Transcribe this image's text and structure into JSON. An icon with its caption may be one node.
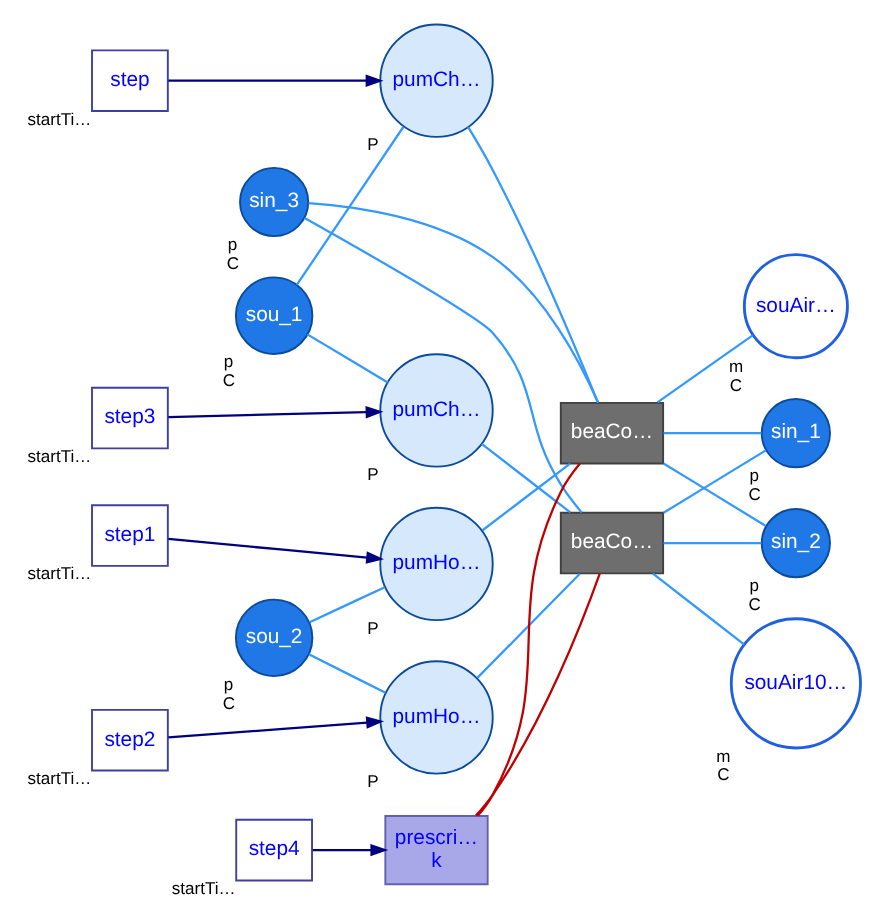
{
  "diagram": {
    "nodes": [
      {
        "text": [
          "step"
        ],
        "beside": [
          "startTi…"
        ]
      },
      {
        "text": [
          "sou_1"
        ],
        "beside": [
          "p",
          "C"
        ]
      },
      {
        "text": [
          "pumCh…"
        ],
        "beside": [
          "P"
        ]
      },
      {
        "text": [
          "sin_1"
        ],
        "beside": [
          "p",
          "C"
        ]
      },
      {
        "text": [
          "step1"
        ],
        "beside": [
          "startTi…"
        ]
      },
      {
        "text": [
          "sou_2"
        ],
        "beside": [
          "p",
          "C"
        ]
      },
      {
        "text": [
          "pumHo…"
        ],
        "beside": [
          "P"
        ]
      },
      {
        "text": [
          "beaCo…"
        ]
      },
      {
        "text": [
          "sin_2"
        ],
        "beside": [
          "p",
          "C"
        ]
      },
      {
        "text": [
          "sin_3"
        ],
        "beside": [
          "p",
          "C"
        ]
      },
      {
        "text": [
          "souAir…"
        ],
        "beside": [
          "m",
          "C"
        ]
      },
      {
        "text": [
          "step3"
        ],
        "beside": [
          "startTi…"
        ]
      },
      {
        "text": [
          "pumCh…"
        ],
        "beside": [
          "P"
        ]
      },
      {
        "text": [
          "step2"
        ],
        "beside": [
          "startTi…"
        ]
      },
      {
        "text": [
          "pumHo…"
        ],
        "beside": [
          "P"
        ]
      },
      {
        "text": [
          "beaCo…"
        ]
      },
      {
        "text": [
          "souAir10…"
        ],
        "beside": [
          "m",
          "C"
        ]
      },
      {
        "text": [
          "step4"
        ],
        "beside": [
          "startTi…"
        ]
      },
      {
        "text": [
          "prescri…",
          "k"
        ]
      }
    ],
    "edges": [
      {
        "from": 0,
        "to": 2,
        "arrow": "to",
        "color": "#00007f"
      },
      {
        "from": 4,
        "to": 6,
        "arrow": "to",
        "color": "#00007f"
      },
      {
        "from": 1,
        "to": 2,
        "arrow": "none"
      },
      {
        "from": 1,
        "to": 12,
        "arrow": "none"
      },
      {
        "from": 5,
        "to": 6,
        "arrow": "none"
      },
      {
        "from": 5,
        "to": 14,
        "arrow": "none"
      },
      {
        "from": 2,
        "to": 7,
        "arrow": "none"
      },
      {
        "from": 6,
        "to": 7,
        "arrow": "none"
      },
      {
        "from": 9,
        "to": 7,
        "arrow": "none"
      },
      {
        "from": 7,
        "to": 3,
        "arrow": "none"
      },
      {
        "from": 7,
        "to": 8,
        "arrow": "none"
      },
      {
        "from": 7,
        "to": 10,
        "arrow": "none"
      },
      {
        "from": 11,
        "to": 12,
        "arrow": "to",
        "color": "#00007f"
      },
      {
        "from": 13,
        "to": 14,
        "arrow": "to",
        "color": "#00007f"
      },
      {
        "from": 12,
        "to": 15,
        "arrow": "none"
      },
      {
        "from": 14,
        "to": 15,
        "arrow": "none"
      },
      {
        "from": 9,
        "to": 15,
        "arrow": "none"
      },
      {
        "from": 15,
        "to": 3,
        "arrow": "none"
      },
      {
        "from": 15,
        "to": 8,
        "arrow": "none"
      },
      {
        "from": 15,
        "to": 16,
        "arrow": "none"
      },
      {
        "from": 17,
        "to": 18,
        "arrow": "to",
        "color": "#00007f"
      },
      {
        "from": 18,
        "to": 7,
        "arrow": "none",
        "color": "#bf0000"
      },
      {
        "from": 18,
        "to": 15,
        "arrow": "none",
        "color": "#bf0000"
      }
    ]
  }
}
